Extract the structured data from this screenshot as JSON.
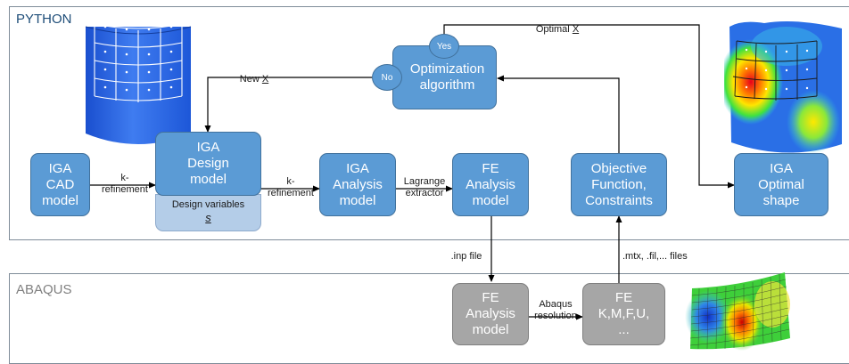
{
  "sections": {
    "python": "PYTHON",
    "abaqus": "ABAQUS"
  },
  "boxes": {
    "iga_cad": "IGA\nCAD\nmodel",
    "iga_design": "IGA\nDesign\nmodel",
    "design_vars_label": "Design variables",
    "design_vars_symbol": "s",
    "iga_analysis": "IGA\nAnalysis\nmodel",
    "fe_analysis": "FE\nAnalysis\nmodel",
    "objective": "Objective\nFunction,\nConstraints",
    "iga_optimal": "IGA\nOptimal\nshape",
    "optimization": "Optimization\nalgorithm",
    "yes": "Yes",
    "no": "No",
    "abaqus_fe_analysis": "FE\nAnalysis\nmodel",
    "abaqus_fe_matrices": "FE\nK,M,F,U,\n..."
  },
  "arrows": {
    "k_refinement_1": "k-\nrefinement",
    "k_refinement_2": "k-\nrefinement",
    "lagrange_extractor": "Lagrange\nextractor",
    "new_x_prefix": "New ",
    "new_x_var": "X",
    "optimal_x_prefix": "Optimal ",
    "optimal_x_var": "X",
    "inp_file": ".inp file",
    "mtx_files": ".mtx, .fil,... files",
    "abaqus_resolution": "Abaqus\nresolution"
  },
  "colors": {
    "box_blue": "#5b9bd5",
    "box_blue_border": "#41719c",
    "box_gray": "#a6a6a6",
    "design_vars_fill": "#b4cde8",
    "python_label": "#1f4e79",
    "abaqus_label": "#7f7f7f",
    "frame": "#7f8c99"
  },
  "icons": [
    "cylinder-mesh-icon",
    "optimal-shape-mesh-icon",
    "abaqus-panel-mesh-icon"
  ]
}
